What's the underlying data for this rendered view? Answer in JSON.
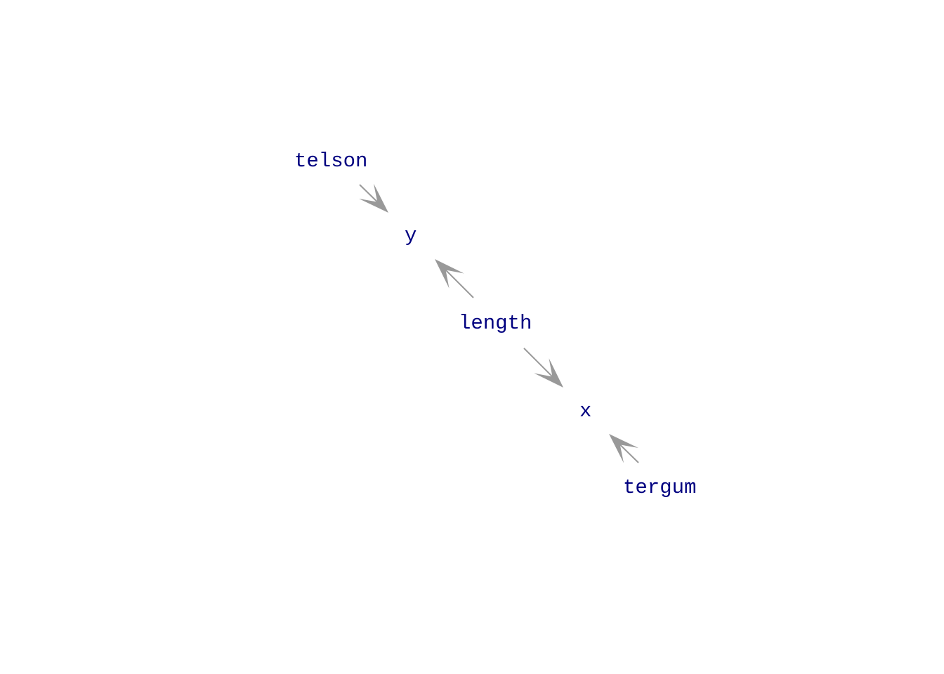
{
  "diagram": {
    "colors": {
      "node_text": "#000080",
      "edge": "#999999",
      "background": "#ffffff"
    },
    "nodes": [
      {
        "id": "telson",
        "label": "telson"
      },
      {
        "id": "y",
        "label": "y"
      },
      {
        "id": "length",
        "label": "length"
      },
      {
        "id": "x",
        "label": "x"
      },
      {
        "id": "tergum",
        "label": "tergum"
      }
    ],
    "edges": [
      {
        "from": "telson",
        "to": "y"
      },
      {
        "from": "length",
        "to": "y"
      },
      {
        "from": "length",
        "to": "x"
      },
      {
        "from": "tergum",
        "to": "x"
      }
    ]
  }
}
